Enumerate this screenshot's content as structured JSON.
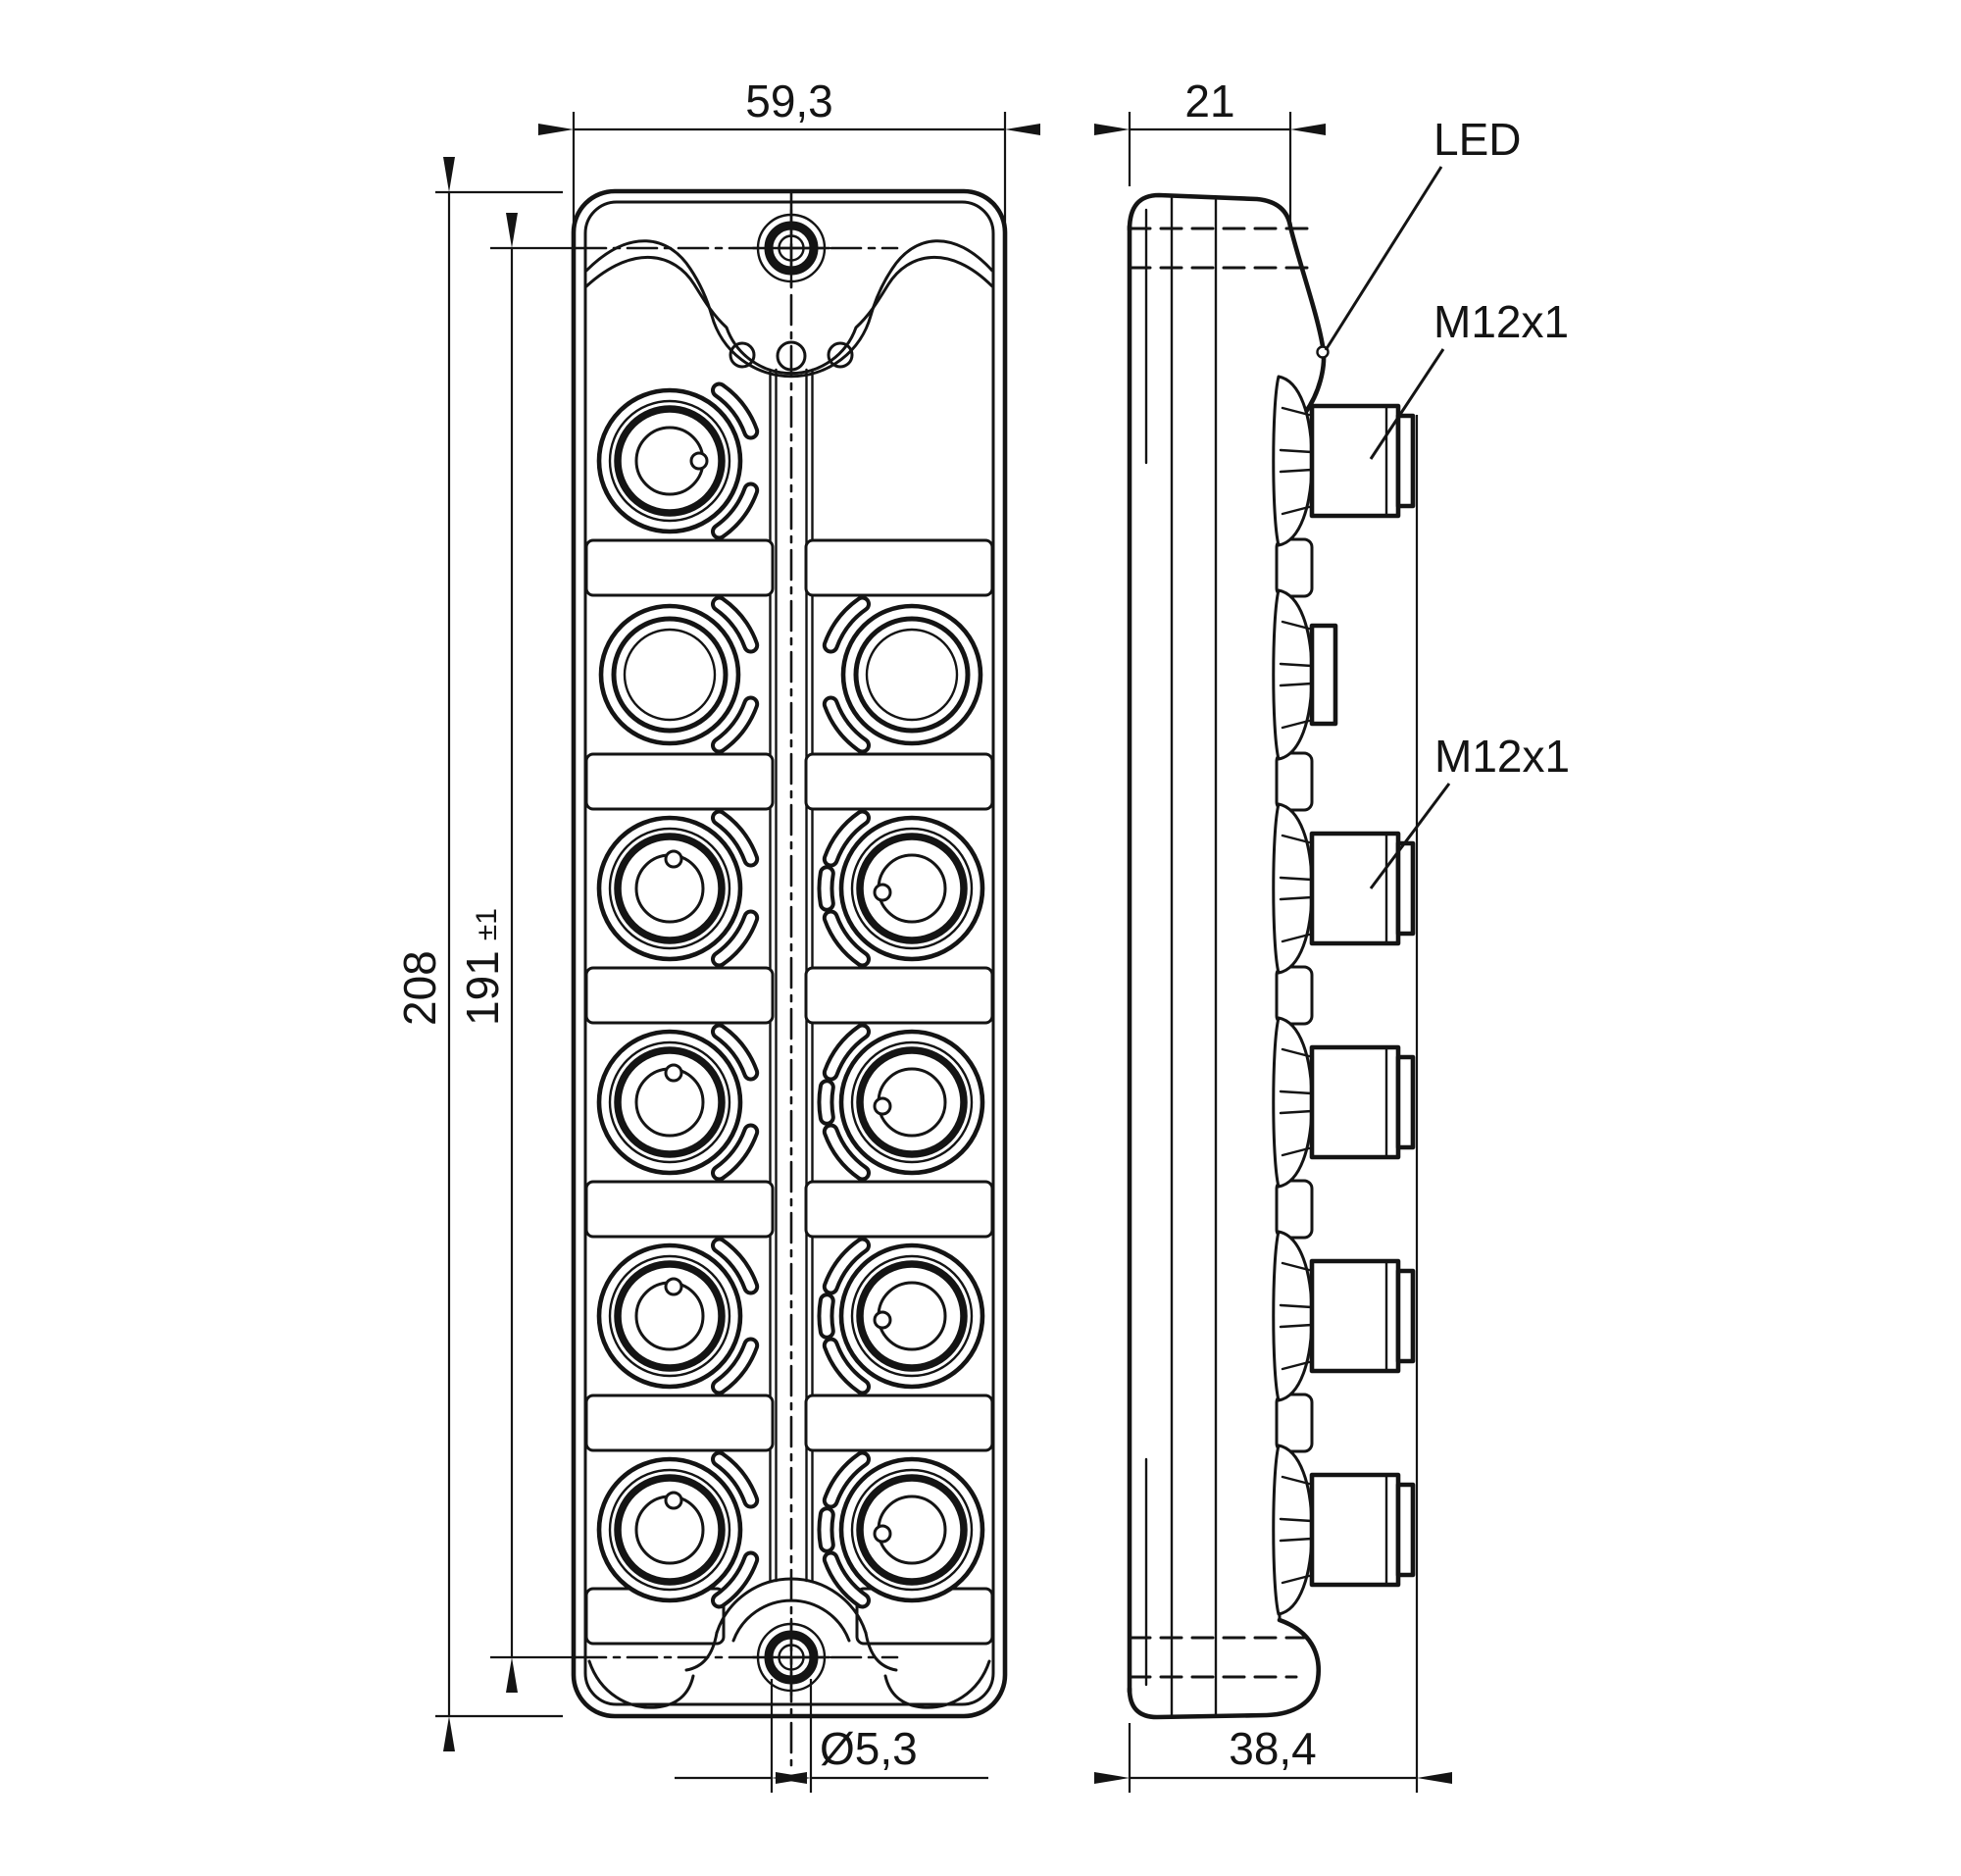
{
  "drawing": {
    "type": "technical-dimension-drawing",
    "colors": {
      "line": "#141414",
      "background": "#ffffff"
    },
    "front_view": {
      "dim_width": "59,3",
      "dim_height": "208",
      "dim_hole_spacing": "191",
      "dim_hole_spacing_tol": "±1",
      "dim_hole_diameter": "Ø5,3"
    },
    "side_view": {
      "dim_depth_front": "21",
      "dim_depth_total": "38,4",
      "labels": {
        "led": "LED",
        "m12_top": "M12x1",
        "m12_side": "M12x1"
      }
    }
  }
}
